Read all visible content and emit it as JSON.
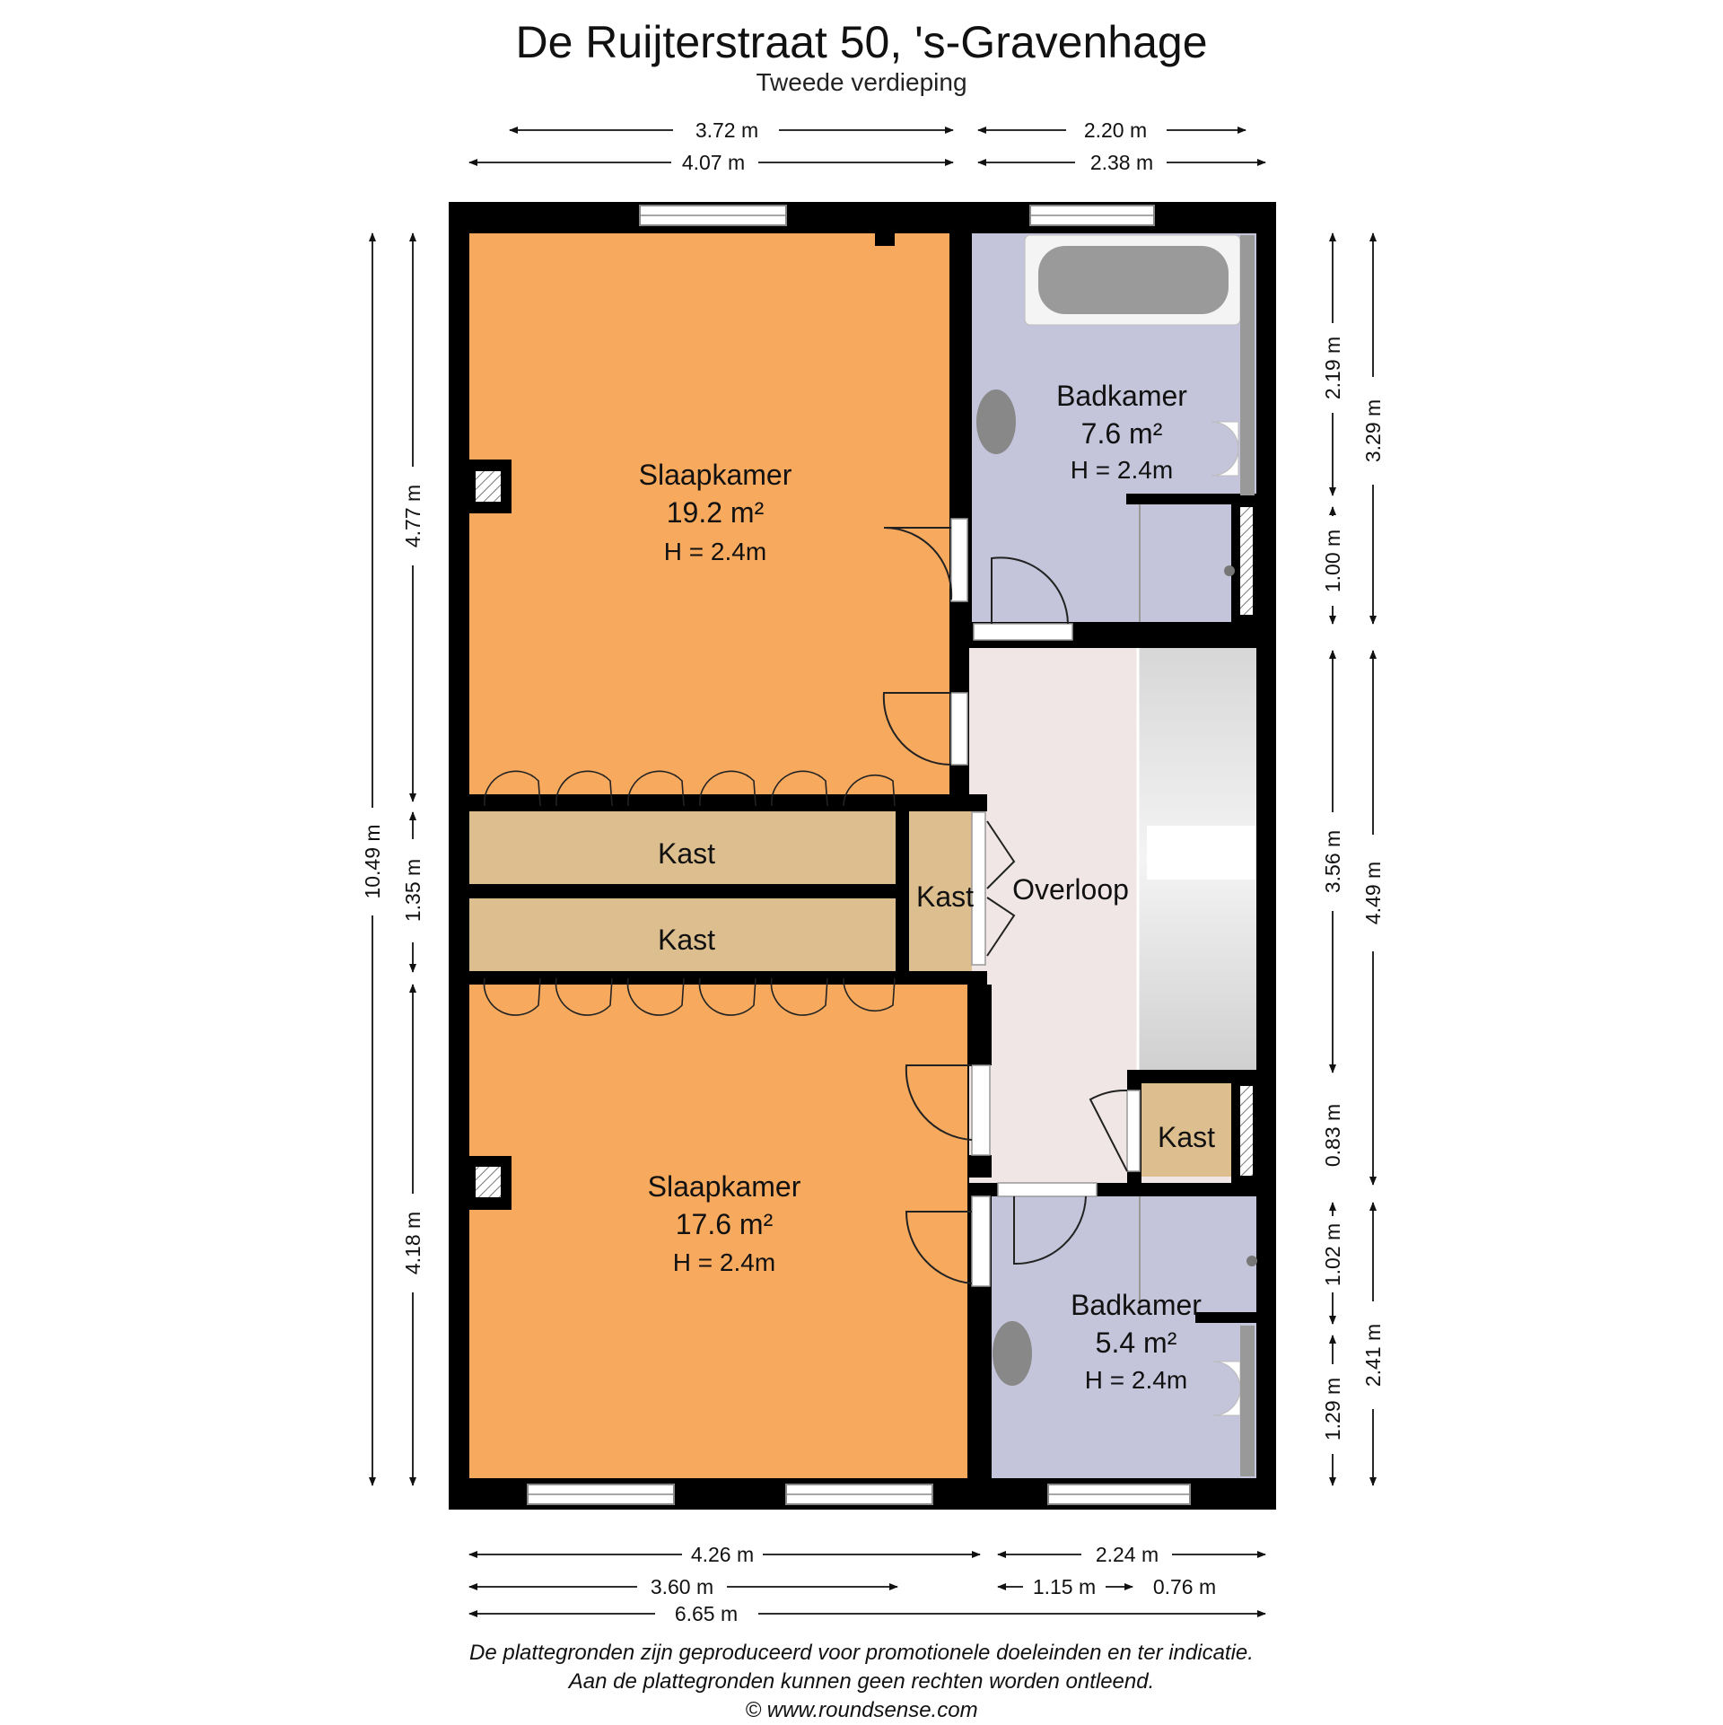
{
  "header": {
    "title": "De Ruijterstraat 50, 's-Gravenhage",
    "subtitle": "Tweede verdieping"
  },
  "rooms": {
    "slaapkamer_1": {
      "name": "Slaapkamer",
      "area": "19.2 m²",
      "height": "H = 2.4m"
    },
    "badkamer_1": {
      "name": "Badkamer",
      "area": "7.6 m²",
      "height": "H = 2.4m"
    },
    "kast_1": {
      "name": "Kast"
    },
    "kast_2": {
      "name": "Kast"
    },
    "kast_3": {
      "name": "Kast"
    },
    "overloop": {
      "name": "Overloop"
    },
    "kast_4": {
      "name": "Kast"
    },
    "slaapkamer_2": {
      "name": "Slaapkamer",
      "area": "17.6 m²",
      "height": "H = 2.4m"
    },
    "badkamer_2": {
      "name": "Badkamer",
      "area": "5.4 m²",
      "height": "H = 2.4m"
    }
  },
  "dimensions": {
    "top": [
      "3.72 m",
      "2.20 m",
      "4.07 m",
      "2.38 m"
    ],
    "left": [
      "10.49 m",
      "4.77 m",
      "1.35 m",
      "4.18 m"
    ],
    "right": [
      "2.19 m",
      "3.29 m",
      "1.00 m",
      "3.56 m",
      "4.49 m",
      "0.83 m",
      "1.02 m",
      "2.41 m",
      "1.29 m"
    ],
    "bottom": [
      "4.26 m",
      "2.24 m",
      "3.60 m",
      "1.15 m",
      "0.76 m",
      "6.65 m"
    ]
  },
  "footer": {
    "line1": "De plattegronden zijn geproduceerd voor promotionele doeleinden en ter indicatie.",
    "line2": "Aan de plattegronden kunnen geen rechten worden ontleend.",
    "line3": "© www.roundsense.com"
  },
  "colors": {
    "bedroom": "#F7A95E",
    "bathroom": "#C4C4DA",
    "closet": "#DDBE8E",
    "landing": "#F1E6E6",
    "wall": "#000000"
  }
}
